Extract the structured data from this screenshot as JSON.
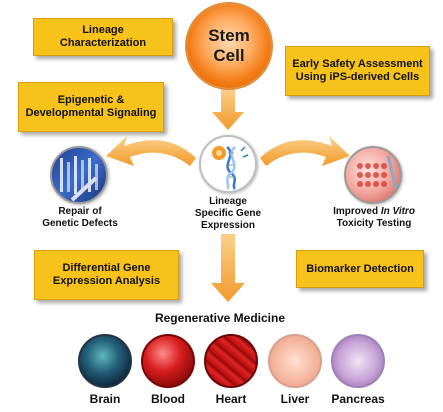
{
  "center": {
    "line1": "Stem",
    "line2": "Cell"
  },
  "boxes": {
    "lineage_characterization": "Lineage Characterization",
    "early_safety_line1": "Early Safety Assessment",
    "early_safety_line2": "Using iPS-derived Cells",
    "epigenetic_line1": "Epigenetic &",
    "epigenetic_line2": "Developmental Signaling",
    "differential_line1": "Differential Gene",
    "differential_line2": "Expression Analysis",
    "biomarker": "Biomarker Detection"
  },
  "nodes": {
    "lineage_line1": "Lineage",
    "lineage_line2": "Specific Gene",
    "lineage_line3": "Expression",
    "repair_line1": "Repair of",
    "repair_line2": "Genetic Defects",
    "toxicity_line1a": "Improved ",
    "toxicity_line1b": "In Vitro",
    "toxicity_line2": "Toxicity Testing"
  },
  "regenerative": {
    "title": "Regenerative Medicine",
    "organs": [
      "Brain",
      "Blood",
      "Heart",
      "Liver",
      "Pancreas"
    ]
  },
  "colors": {
    "box_fill": "#f7c31a",
    "stem_orange": "#f27a12",
    "arrow_orange": "#f4a43a"
  }
}
